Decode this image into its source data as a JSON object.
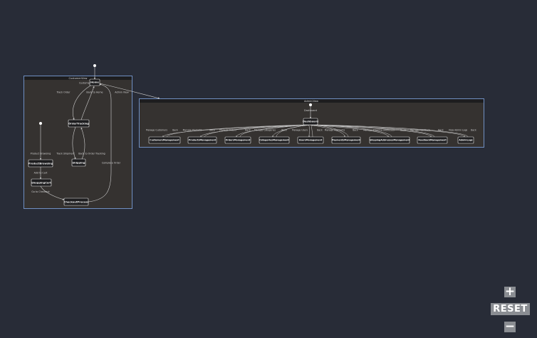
{
  "diagram": {
    "customer_view": {
      "title": "CustomerView",
      "states": {
        "home": "Home",
        "order_tracking": "OrderTracking",
        "product_browsing": "ProductBrowsing",
        "shipping": "Shipping",
        "shopping_cart": "ShoppingCart",
        "checkout_process": "CheckoutProcess"
      },
      "transitions": {
        "customer": "Customer",
        "track_order": "Track Order",
        "back_to_home": "Back to Home",
        "admin_view": "Admin View",
        "product_browsing": "Product Browsing",
        "track_shipment": "Track Shipment",
        "back_to_order_tracking": "Back to Order Tracking",
        "add_to_cart": "Add to Cart",
        "go_to_checkout": "Go to Checkout",
        "complete_order": "Complete Order"
      }
    },
    "admin_view": {
      "title": "AdminView",
      "entry_label": "Dashboard",
      "dashboard": "Dashboard",
      "back_label": "Back",
      "modules": [
        {
          "action": "Manage Customers",
          "state": "CustomersManagement"
        },
        {
          "action": "Manage Products",
          "state": "ProductsManagement"
        },
        {
          "action": "Manage Orders",
          "state": "OrdersManagement"
        },
        {
          "action": "Manage Categories",
          "state": "CategoriesManagement"
        },
        {
          "action": "Manage Users",
          "state": "UsersManagement"
        },
        {
          "action": "Manage Payments",
          "state": "PaymentsManagement"
        },
        {
          "action": "Manage Shipping Addresses",
          "state": "ShippingAddressesManagement"
        },
        {
          "action": "Manage Feedback",
          "state": "FeedbackManagement"
        },
        {
          "action": "View Admin Logs",
          "state": "AdminLogs"
        }
      ]
    }
  },
  "controls": {
    "zoom_in": "+",
    "reset": "RESET",
    "zoom_out": "−"
  }
}
